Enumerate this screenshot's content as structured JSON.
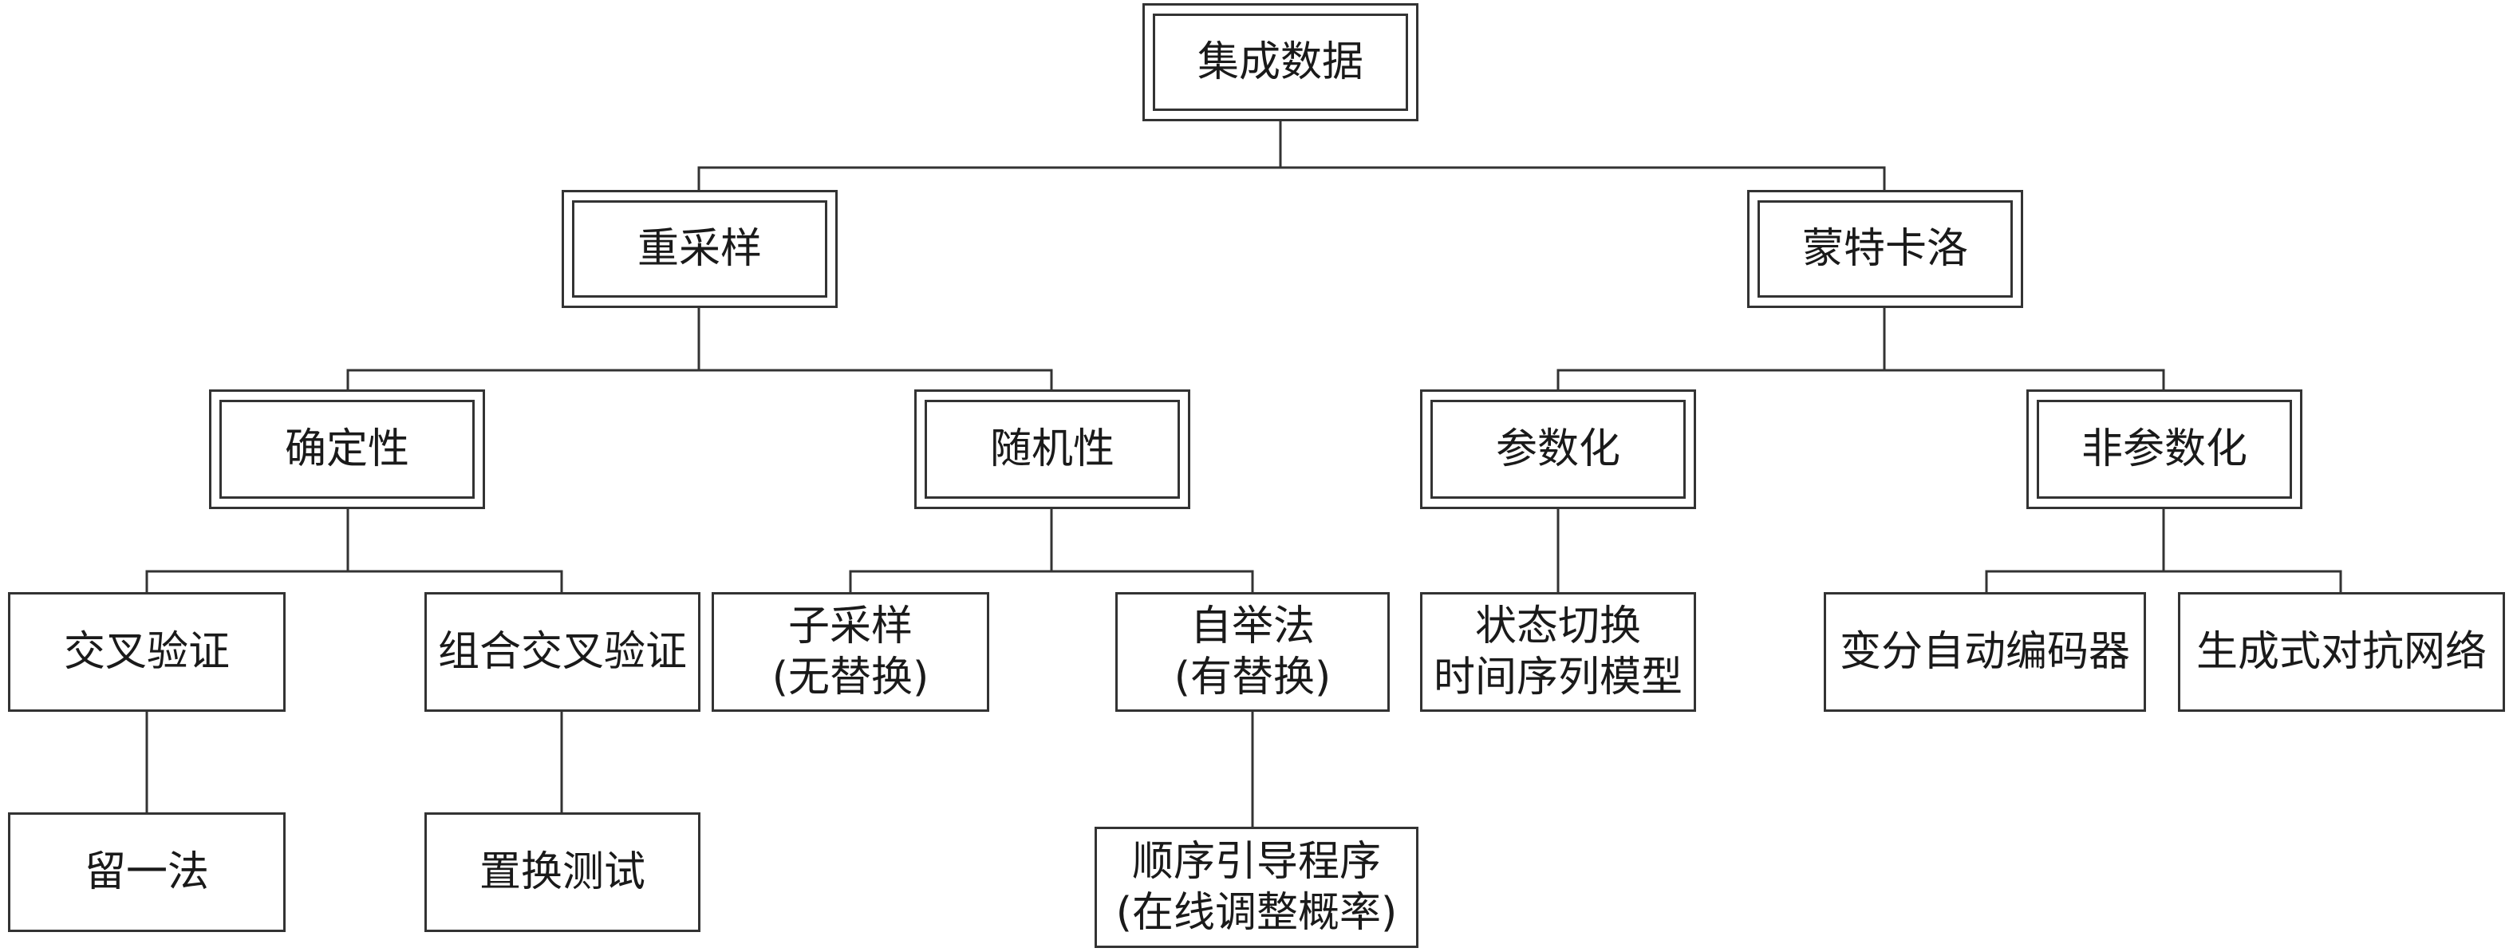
{
  "diagram": {
    "root": {
      "label": "集成数据"
    },
    "resampling": {
      "label": "重采样",
      "deterministic": {
        "label": "确定性",
        "cross_validation": {
          "label": "交叉验证",
          "leave_one_out": {
            "label": "留一法"
          }
        },
        "combinatorial_cv": {
          "label": "组合交叉验证",
          "permutation_test": {
            "label": "置换测试"
          }
        }
      },
      "random": {
        "label": "随机性",
        "subsampling": {
          "line1": "子采样",
          "line2": "(无替换)"
        },
        "bootstrap": {
          "line1": "自举法",
          "line2": "(有替换)",
          "sequential_bootstrap": {
            "line1": "顺序引导程序",
            "line2": "(在线调整概率)"
          }
        }
      }
    },
    "monte_carlo": {
      "label": "蒙特卡洛",
      "parametric": {
        "label": "参数化",
        "regime_switching": {
          "line1": "状态切换",
          "line2": "时间序列模型"
        }
      },
      "nonparametric": {
        "label": "非参数化",
        "vae": {
          "label": "变分自动编码器"
        },
        "gan": {
          "label": "生成式对抗网络"
        }
      }
    }
  }
}
